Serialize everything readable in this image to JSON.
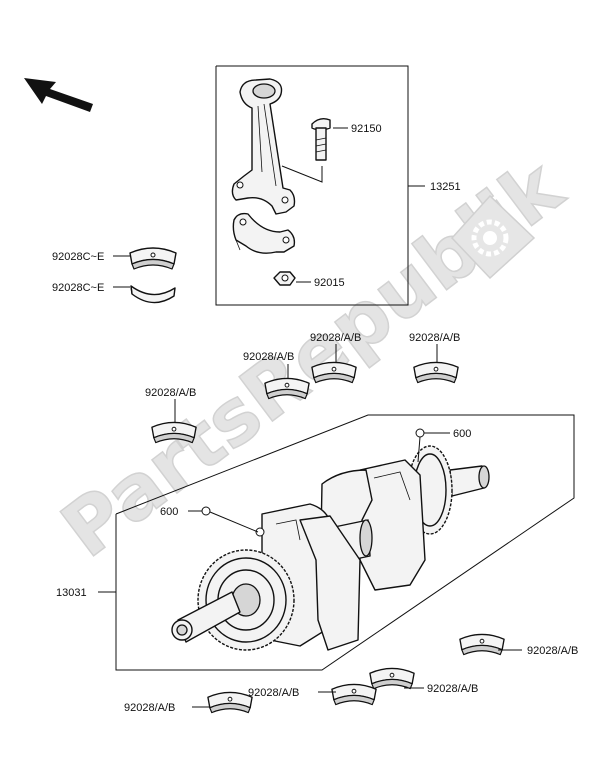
{
  "watermark": {
    "text": "PartsRepublik",
    "icon": "gear-icon"
  },
  "orientation": {
    "icon": "direction-arrow-icon"
  },
  "callouts": {
    "bolt": "92150",
    "nut": "92015",
    "conrod_assy": "13251",
    "conrod_bearing_upper": "92028C~E",
    "conrod_bearing_lower": "92028C~E",
    "main_bearing_1": "92028/A/B",
    "main_bearing_2": "92028/A/B",
    "main_bearing_3": "92028/A/B",
    "main_bearing_4": "92028/A/B",
    "oil_600_upper": "600",
    "oil_600_lower": "600",
    "crankshaft_assy": "13031",
    "main_bearing_5": "92028/A/B",
    "main_bearing_6": "92028/A/B",
    "main_bearing_7": "92028/A/B",
    "main_bearing_8": "92028/A/B"
  }
}
